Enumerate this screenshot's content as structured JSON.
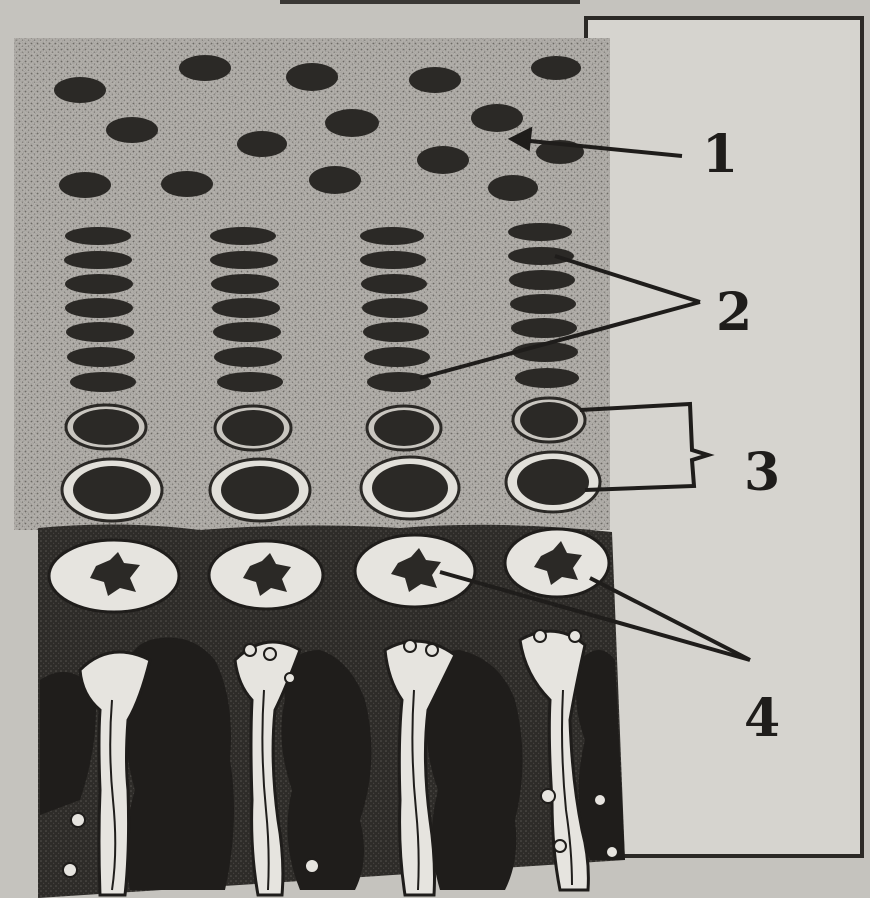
{
  "figure": {
    "labels": [
      {
        "id": "1",
        "text": "1"
      },
      {
        "id": "2",
        "text": "2"
      },
      {
        "id": "3",
        "text": "3"
      },
      {
        "id": "4",
        "text": "4"
      }
    ]
  },
  "colors": {
    "paper": "#c8c6c1",
    "box": "#d5d3ce",
    "stipple": "#8f8c87",
    "dark": "#2b2926",
    "ink": "#1f1d1b",
    "pale": "#e6e4df"
  }
}
